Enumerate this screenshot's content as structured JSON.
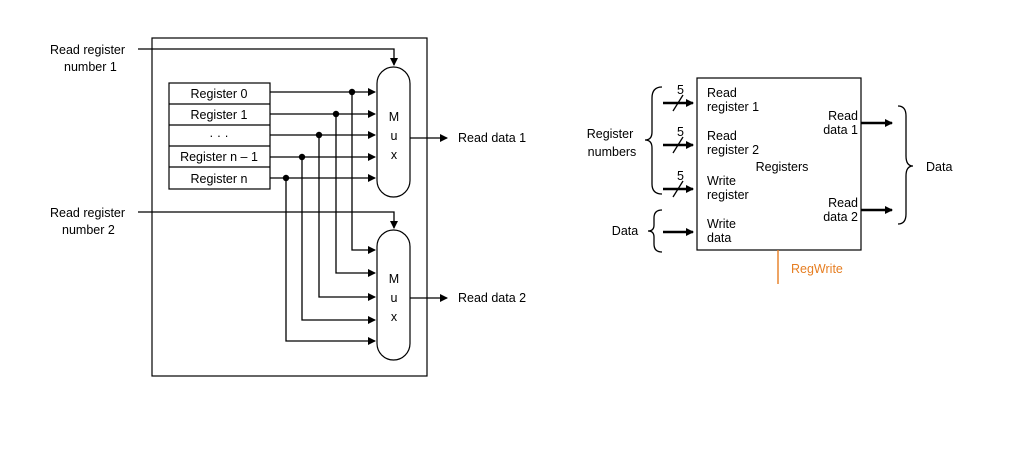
{
  "left_diagram": {
    "input1_label": [
      "Read register",
      "number 1"
    ],
    "input2_label": [
      "Read register",
      "number 2"
    ],
    "registers": [
      "Register 0",
      "Register 1",
      "· · ·",
      "Register n –  1",
      "Register n"
    ],
    "mux_letters": [
      "M",
      "u",
      "x"
    ],
    "output1": "Read data 1",
    "output2": "Read data 2"
  },
  "right_diagram": {
    "block_name": "Registers",
    "ports_in": [
      [
        "Read",
        "register 1"
      ],
      [
        "Read",
        "register 2"
      ],
      [
        "Write",
        "register"
      ],
      [
        "Write",
        "data"
      ]
    ],
    "ports_out": [
      [
        "Read",
        "data 1"
      ],
      [
        "Read",
        "data 2"
      ]
    ],
    "bus_width": "5",
    "left_group_label": [
      "Register",
      "numbers"
    ],
    "data_in_label": "Data",
    "data_out_label": "Data",
    "control_signal": "RegWrite",
    "control_color": "#e67e22"
  }
}
